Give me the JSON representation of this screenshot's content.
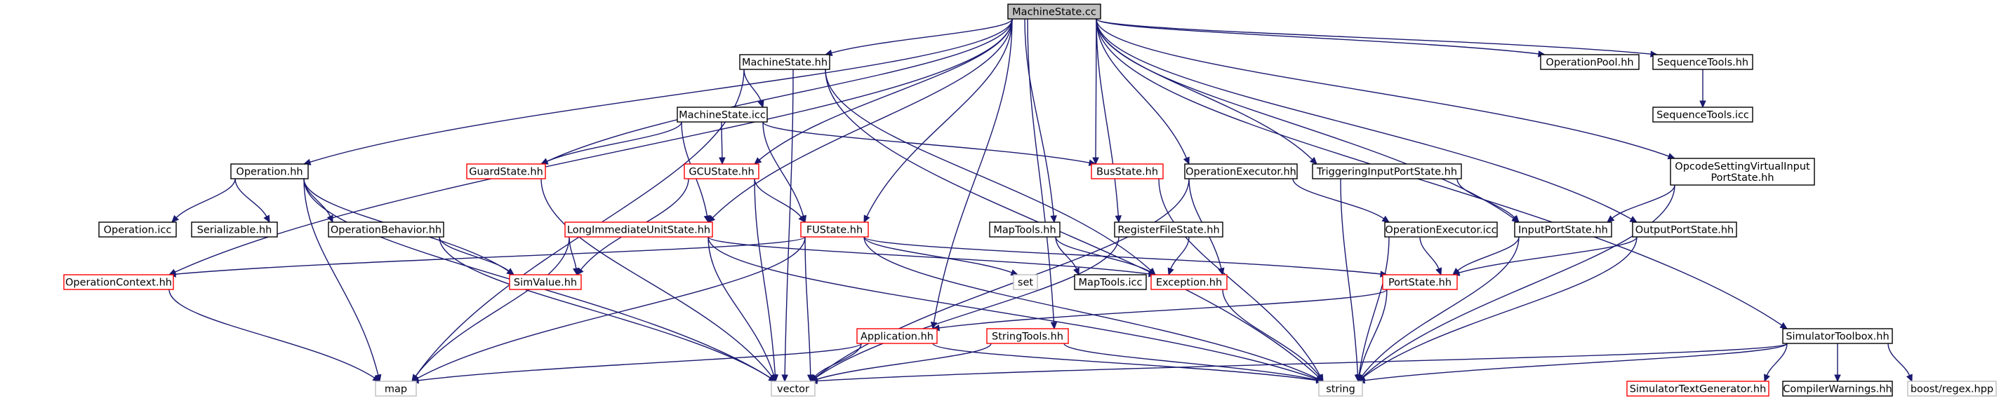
{
  "colors": {
    "root_fill": "#bfbfbf",
    "normal_border": "#000000",
    "truncated_border": "#ff0000",
    "external_border": "#bfbfbf",
    "edge": "#191970"
  },
  "nodes": [
    {
      "id": "machinestate_cc",
      "label": "MachineState.cc",
      "style": "root"
    },
    {
      "id": "machinestate_hh",
      "label": "MachineState.hh",
      "style": "normal"
    },
    {
      "id": "operationpool_hh",
      "label": "OperationPool.hh",
      "style": "normal"
    },
    {
      "id": "sequencetools_hh",
      "label": "SequenceTools.hh",
      "style": "normal"
    },
    {
      "id": "sequencetools_icc",
      "label": "SequenceTools.icc",
      "style": "normal"
    },
    {
      "id": "machinestate_icc",
      "label": "MachineState.icc",
      "style": "normal"
    },
    {
      "id": "operation_hh",
      "label": "Operation.hh",
      "style": "normal"
    },
    {
      "id": "guardstate_hh",
      "label": "GuardState.hh",
      "style": "truncated"
    },
    {
      "id": "gcustate_hh",
      "label": "GCUState.hh",
      "style": "truncated"
    },
    {
      "id": "busstate_hh",
      "label": "BusState.hh",
      "style": "truncated"
    },
    {
      "id": "operationexecutor_hh",
      "label": "OperationExecutor.hh",
      "style": "normal"
    },
    {
      "id": "triggeringinputportstate_hh",
      "label": "TriggeringInputPortState.hh",
      "style": "normal"
    },
    {
      "id": "opcodesetting_hh",
      "label": [
        "OpcodeSettingVirtualInput",
        "PortState.hh"
      ],
      "style": "normal"
    },
    {
      "id": "operation_icc",
      "label": "Operation.icc",
      "style": "normal"
    },
    {
      "id": "serializable_hh",
      "label": "Serializable.hh",
      "style": "normal"
    },
    {
      "id": "operationbehavior_hh",
      "label": "OperationBehavior.hh",
      "style": "normal"
    },
    {
      "id": "longimmediate_hh",
      "label": "LongImmediateUnitState.hh",
      "style": "truncated"
    },
    {
      "id": "fustate_hh",
      "label": "FUState.hh",
      "style": "truncated"
    },
    {
      "id": "maptools_hh",
      "label": "MapTools.hh",
      "style": "normal"
    },
    {
      "id": "registerfilestate_hh",
      "label": "RegisterFileState.hh",
      "style": "normal"
    },
    {
      "id": "operationexecutor_icc",
      "label": "OperationExecutor.icc",
      "style": "normal"
    },
    {
      "id": "inputportstate_hh",
      "label": "InputPortState.hh",
      "style": "normal"
    },
    {
      "id": "outputportstate_hh",
      "label": "OutputPortState.hh",
      "style": "normal"
    },
    {
      "id": "operationcontext_hh",
      "label": "OperationContext.hh",
      "style": "truncated"
    },
    {
      "id": "simvalue_hh",
      "label": "SimValue.hh",
      "style": "truncated"
    },
    {
      "id": "set",
      "label": "set",
      "style": "external"
    },
    {
      "id": "maptools_icc",
      "label": "MapTools.icc",
      "style": "normal"
    },
    {
      "id": "exception_hh",
      "label": "Exception.hh",
      "style": "truncated"
    },
    {
      "id": "portstate_hh",
      "label": "PortState.hh",
      "style": "truncated"
    },
    {
      "id": "application_hh",
      "label": "Application.hh",
      "style": "truncated"
    },
    {
      "id": "stringtools_hh",
      "label": "StringTools.hh",
      "style": "truncated"
    },
    {
      "id": "simulatortoolbox_hh",
      "label": "SimulatorToolbox.hh",
      "style": "normal"
    },
    {
      "id": "map",
      "label": "map",
      "style": "external"
    },
    {
      "id": "vector",
      "label": "vector",
      "style": "external"
    },
    {
      "id": "string",
      "label": "string",
      "style": "external"
    },
    {
      "id": "simulatortextgenerator_hh",
      "label": "SimulatorTextGenerator.hh",
      "style": "truncated"
    },
    {
      "id": "compilerwarnings_hh",
      "label": "CompilerWarnings.hh",
      "style": "normal"
    },
    {
      "id": "boost_regex_hpp",
      "label": "boost/regex.hpp",
      "style": "external"
    }
  ],
  "edges": [
    [
      "machinestate_cc",
      "machinestate_hh"
    ],
    [
      "machinestate_cc",
      "operationpool_hh"
    ],
    [
      "machinestate_cc",
      "sequencetools_hh"
    ],
    [
      "machinestate_cc",
      "operation_hh"
    ],
    [
      "machinestate_cc",
      "guardstate_hh"
    ],
    [
      "machinestate_cc",
      "gcustate_hh"
    ],
    [
      "machinestate_cc",
      "longimmediate_hh"
    ],
    [
      "machinestate_cc",
      "fustate_hh"
    ],
    [
      "machinestate_cc",
      "busstate_hh"
    ],
    [
      "machinestate_cc",
      "operationexecutor_hh"
    ],
    [
      "machinestate_cc",
      "triggeringinputportstate_hh"
    ],
    [
      "machinestate_cc",
      "opcodesetting_hh"
    ],
    [
      "machinestate_cc",
      "maptools_hh"
    ],
    [
      "machinestate_cc",
      "registerfilestate_hh"
    ],
    [
      "machinestate_cc",
      "inputportstate_hh"
    ],
    [
      "machinestate_cc",
      "outputportstate_hh"
    ],
    [
      "machinestate_cc",
      "operationcontext_hh"
    ],
    [
      "machinestate_cc",
      "application_hh"
    ],
    [
      "machinestate_cc",
      "stringtools_hh"
    ],
    [
      "machinestate_cc",
      "simulatortoolbox_hh"
    ],
    [
      "sequencetools_hh",
      "sequencetools_icc"
    ],
    [
      "machinestate_hh",
      "machinestate_icc"
    ],
    [
      "machinestate_hh",
      "map"
    ],
    [
      "machinestate_hh",
      "vector"
    ],
    [
      "machinestate_hh",
      "string"
    ],
    [
      "machinestate_hh",
      "exception_hh"
    ],
    [
      "machinestate_icc",
      "guardstate_hh"
    ],
    [
      "machinestate_icc",
      "gcustate_hh"
    ],
    [
      "machinestate_icc",
      "busstate_hh"
    ],
    [
      "machinestate_icc",
      "fustate_hh"
    ],
    [
      "machinestate_icc",
      "longimmediate_hh"
    ],
    [
      "operation_hh",
      "operation_icc"
    ],
    [
      "operation_hh",
      "serializable_hh"
    ],
    [
      "operation_hh",
      "operationbehavior_hh"
    ],
    [
      "operation_hh",
      "simvalue_hh"
    ],
    [
      "operation_hh",
      "map"
    ],
    [
      "operation_hh",
      "vector"
    ],
    [
      "guardstate_hh",
      "vector"
    ],
    [
      "gcustate_hh",
      "fustate_hh"
    ],
    [
      "gcustate_hh",
      "simvalue_hh"
    ],
    [
      "gcustate_hh",
      "vector"
    ],
    [
      "busstate_hh",
      "string"
    ],
    [
      "operationexecutor_hh",
      "operationexecutor_icc"
    ],
    [
      "operationexecutor_hh",
      "exception_hh"
    ],
    [
      "operationexecutor_hh",
      "vector"
    ],
    [
      "triggeringinputportstate_hh",
      "inputportstate_hh"
    ],
    [
      "triggeringinputportstate_hh",
      "string"
    ],
    [
      "opcodesetting_hh",
      "inputportstate_hh"
    ],
    [
      "opcodesetting_hh",
      "string"
    ],
    [
      "operationbehavior_hh",
      "simvalue_hh"
    ],
    [
      "operationbehavior_hh",
      "vector"
    ],
    [
      "longimmediate_hh",
      "simvalue_hh"
    ],
    [
      "longimmediate_hh",
      "exception_hh"
    ],
    [
      "longimmediate_hh",
      "map"
    ],
    [
      "longimmediate_hh",
      "vector"
    ],
    [
      "longimmediate_hh",
      "string"
    ],
    [
      "fustate_hh",
      "operationcontext_hh"
    ],
    [
      "fustate_hh",
      "set"
    ],
    [
      "fustate_hh",
      "portstate_hh"
    ],
    [
      "fustate_hh",
      "map"
    ],
    [
      "fustate_hh",
      "vector"
    ],
    [
      "fustate_hh",
      "string"
    ],
    [
      "maptools_hh",
      "maptools_icc"
    ],
    [
      "maptools_hh",
      "exception_hh"
    ],
    [
      "registerfilestate_hh",
      "exception_hh"
    ],
    [
      "registerfilestate_hh",
      "vector"
    ],
    [
      "operationexecutor_icc",
      "portstate_hh"
    ],
    [
      "operationexecutor_icc",
      "string"
    ],
    [
      "inputportstate_hh",
      "portstate_hh"
    ],
    [
      "inputportstate_hh",
      "string"
    ],
    [
      "outputportstate_hh",
      "portstate_hh"
    ],
    [
      "outputportstate_hh",
      "string"
    ],
    [
      "operationcontext_hh",
      "map"
    ],
    [
      "exception_hh",
      "string"
    ],
    [
      "portstate_hh",
      "application_hh"
    ],
    [
      "portstate_hh",
      "string"
    ],
    [
      "application_hh",
      "map"
    ],
    [
      "application_hh",
      "vector"
    ],
    [
      "application_hh",
      "string"
    ],
    [
      "stringtools_hh",
      "vector"
    ],
    [
      "stringtools_hh",
      "string"
    ],
    [
      "simulatortoolbox_hh",
      "simulatortextgenerator_hh"
    ],
    [
      "simulatortoolbox_hh",
      "compilerwarnings_hh"
    ],
    [
      "simulatortoolbox_hh",
      "boost_regex_hpp"
    ],
    [
      "simulatortoolbox_hh",
      "vector"
    ],
    [
      "simulatortoolbox_hh",
      "string"
    ]
  ]
}
